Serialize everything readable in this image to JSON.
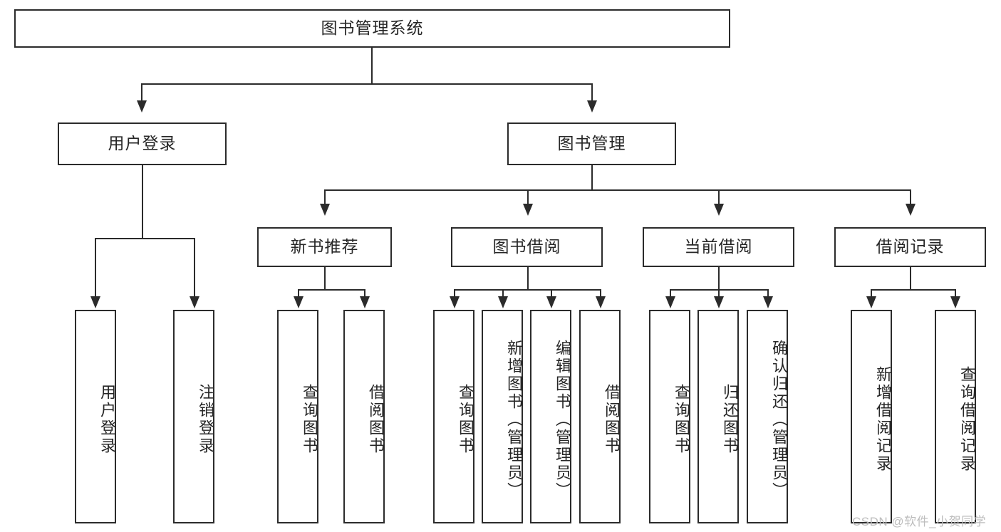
{
  "diagram": {
    "title": "图书管理系统",
    "type": "hierarchy-tree",
    "root": {
      "id": "root",
      "label": "图书管理系统"
    },
    "level2": [
      {
        "id": "user-login",
        "label": "用户登录"
      },
      {
        "id": "book-management",
        "label": "图书管理"
      }
    ],
    "level3": [
      {
        "id": "new-book-recommend",
        "label": "新书推荐"
      },
      {
        "id": "book-borrow",
        "label": "图书借阅"
      },
      {
        "id": "current-borrow",
        "label": "当前借阅"
      },
      {
        "id": "borrow-record",
        "label": "借阅记录"
      }
    ],
    "leaves": {
      "user_login": [
        {
          "id": "leaf-user-login",
          "label": "用户登录"
        },
        {
          "id": "leaf-logout-login",
          "label": "注销登录"
        }
      ],
      "new_book_recommend": [
        {
          "id": "leaf-query-book-1",
          "label": "查询图书"
        },
        {
          "id": "leaf-borrow-book-1",
          "label": "借阅图书"
        }
      ],
      "book_borrow": [
        {
          "id": "leaf-query-book-2",
          "label": "查询图书"
        },
        {
          "id": "leaf-add-book",
          "label": "新增图书（管理员）"
        },
        {
          "id": "leaf-edit-book",
          "label": "编辑图书（管理员）"
        },
        {
          "id": "leaf-borrow-book-2",
          "label": "借阅图书"
        }
      ],
      "current_borrow": [
        {
          "id": "leaf-query-book-3",
          "label": "查询图书"
        },
        {
          "id": "leaf-return-book",
          "label": "归还图书"
        },
        {
          "id": "leaf-confirm-return",
          "label": "确认归还（管理员）"
        }
      ],
      "borrow_record": [
        {
          "id": "leaf-add-record",
          "label": "新增借阅记录"
        },
        {
          "id": "leaf-query-record",
          "label": "查询借阅记录"
        }
      ]
    }
  },
  "watermark": {
    "text": "CSDN @软件_小贺同学"
  },
  "colors": {
    "border": "#2b2b2b",
    "text": "#262626",
    "background": "#ffffff",
    "watermark": "#bdbdbd"
  }
}
